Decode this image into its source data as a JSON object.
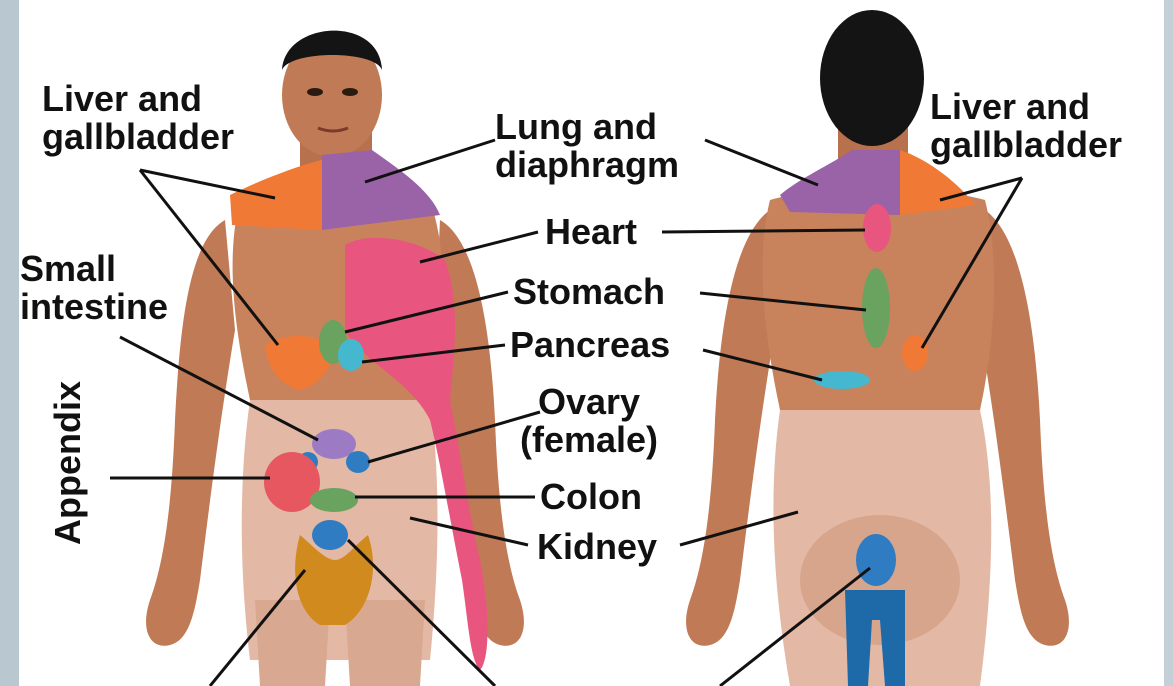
{
  "labels": {
    "liver_gallbladder_front": [
      "Liver and",
      "gallbladder"
    ],
    "lung_diaphragm": [
      "Lung and",
      "diaphragm"
    ],
    "heart": "Heart",
    "small_intestine": [
      "Small",
      "intestine"
    ],
    "stomach": "Stomach",
    "pancreas": "Pancreas",
    "appendix": "Appendix",
    "ovary": [
      "Ovary",
      "(female)"
    ],
    "colon": "Colon",
    "kidney": "Kidney",
    "liver_gallbladder_back": [
      "Liver and",
      "gallbladder"
    ]
  },
  "colors": {
    "skin": "#c9835c",
    "skin_dark": "#a86443",
    "hair": "#141414",
    "liver": "#f07a35",
    "lung": "#9a63a8",
    "heart": "#e8557e",
    "stomach": "#6aa25f",
    "pancreas": "#45b7cf",
    "intestine": "#9c7bc4",
    "appendix": "#e6575f",
    "kidney": "#2f7cc2",
    "ureter": "#d08a1d",
    "pelvis": "#e3b9a6"
  }
}
